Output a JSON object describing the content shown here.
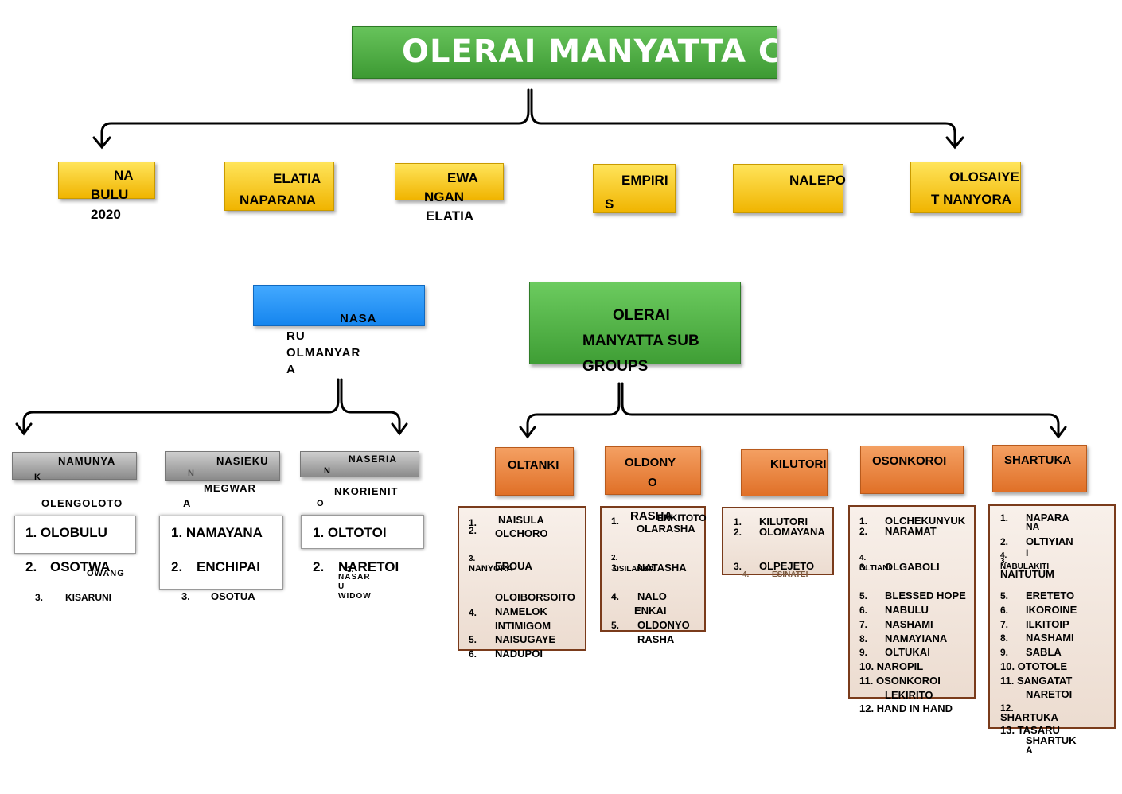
{
  "title": "OLERAI MANYATTA CBO",
  "top_groups": {
    "nabulu": [
      "NA",
      "BULU",
      "2020"
    ],
    "elatia_naparana": [
      "ELATIA",
      "NAPARANA"
    ],
    "ewangan": [
      "EWA",
      "NGAN",
      "ELATIA"
    ],
    "empiris": [
      "EMPIRI",
      "S"
    ],
    "nalepo": "NALEPO",
    "olosaiyet": [
      "OLOSAIYE",
      "T NANYORA"
    ]
  },
  "nasaru": [
    "NASA",
    "RU",
    "OLMANYAR",
    "A"
  ],
  "subgroups_title": [
    "OLERAI",
    "MANYATTA SUB",
    "GROUPS"
  ],
  "left_groups": {
    "namunyak": {
      "header": [
        "NAMUNYA",
        "K",
        "OLENGOLOTO"
      ],
      "first": "1.   OLOBULU",
      "items": [
        "2.",
        "OSOTWA",
        "OWANG",
        "3.",
        "KISARUNI"
      ]
    },
    "nasiekun": {
      "header": [
        "NASIEKU",
        "N",
        "MEGWAR",
        "A"
      ],
      "first": "1.   NAMAYANA",
      "items": [
        "2.",
        "ENCHIPAI",
        "3.",
        "OSOTUA"
      ]
    },
    "naserian": {
      "header": [
        "NASERIA",
        "N",
        "NKORIENIT",
        "O"
      ],
      "first": "1.   OLTOTOI",
      "items": [
        "2.",
        "NARETOI",
        "3.",
        "NASAR",
        "U",
        "WIDOW"
      ]
    }
  },
  "right_groups": {
    "oltanki": {
      "header": "OLTANKI",
      "items": [
        "1.",
        "NAISULA",
        "2.",
        "OLCHORO",
        "3.",
        "NANYORA",
        "EROUA",
        "OLOIBORSOITO",
        "4.",
        "NAMELOK",
        "INTIMIGOM",
        "5.",
        "NAISUGAYE",
        "6.",
        "NADUPOI"
      ]
    },
    "oldonyorasha": {
      "header": [
        "OLDONY",
        "O",
        "RASHA"
      ],
      "items": [
        "1.",
        "ENKITOTO",
        "OLARASHA",
        "2.",
        "OSILANKA",
        "3.",
        "NATASHA",
        "4.",
        "NALO",
        "ENKAI",
        "5.",
        "OLDONYO",
        "RASHA"
      ]
    },
    "kilutori": {
      "header": "KILUTORI",
      "items": [
        "1.",
        "KILUTORI",
        "2.",
        "OLOMAYANA",
        "3.",
        "OLPEJETO",
        "4.",
        "ESINATEI"
      ]
    },
    "osonkoroi": {
      "header": "OSONKOROI",
      "items": [
        "1.",
        "OLCHEKUNYUK",
        "2.",
        "NARAMAT",
        "4.",
        "OLTIANI",
        "3.",
        "OLGABOLI",
        "5.",
        "BLESSED HOPE",
        "6.",
        "NABULU",
        "7.",
        "NASHAMI",
        "8.",
        "NAMAYIANA",
        "9.",
        "OLTUKAI",
        "10.  NAROPIL",
        "11.  OSONKOROI",
        "LEKIRITO",
        "12.  HAND IN HAND"
      ]
    },
    "shartuka": {
      "header": "SHARTUKA",
      "items": [
        "1.",
        "NAPARA",
        "NA",
        "2.",
        "OLTIYIAN",
        "I",
        "4.",
        "NABULAKITI",
        "3.",
        "NAITUTUM",
        "5.",
        "ERETETO",
        "6.",
        "IKOROINE",
        "7.",
        "ILKITOIP",
        "8.",
        "NASHAMI",
        "9.",
        "SABLA",
        "10.  OTOTOLE",
        "11.  SANGATAT",
        "NARETOI",
        "12.",
        "SHARTUKA",
        "13.  TASARU",
        "SHARTUK",
        "A"
      ]
    }
  }
}
